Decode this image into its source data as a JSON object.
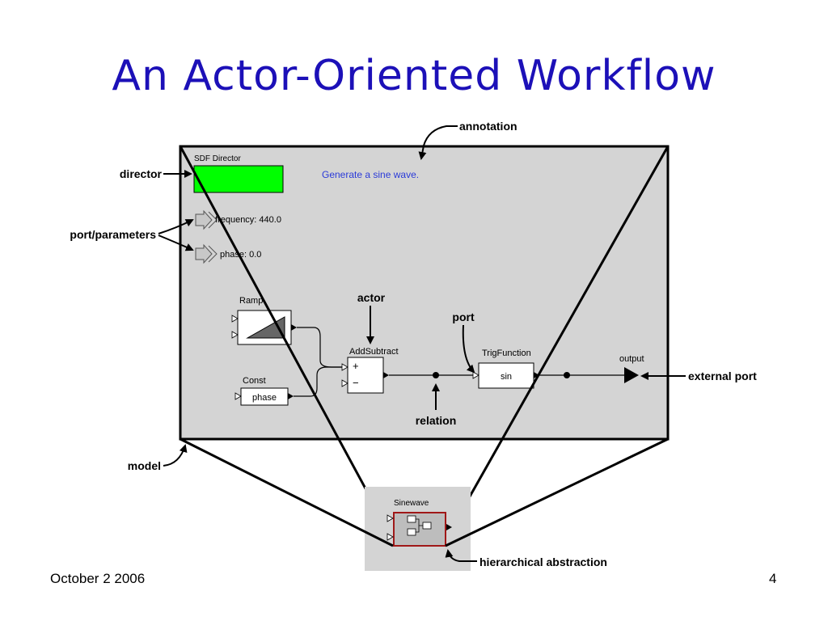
{
  "slide": {
    "title": "An Actor-Oriented Workflow",
    "footer_date": "October 2 2006",
    "page_number": "4"
  },
  "callouts": {
    "annotation": "annotation",
    "director": "director",
    "port_parameters": "port/parameters",
    "actor": "actor",
    "port": "port",
    "relation": "relation",
    "external_port": "external port",
    "model": "model",
    "hierarchical_abstraction": "hierarchical abstraction"
  },
  "model": {
    "director_label": "SDF Director",
    "annotation_text": "Generate a sine wave.",
    "parameters": [
      {
        "label": "frequency: 440.0"
      },
      {
        "label": "phase: 0.0"
      }
    ],
    "actors": {
      "ramp": "Ramp",
      "const": "Const",
      "const_value": "phase",
      "add_subtract": "AddSubtract",
      "plus": "+",
      "minus": "−",
      "trig_function": "TrigFunction",
      "trig_value": "sin",
      "output": "output"
    }
  },
  "composite": {
    "label": "Sinewave"
  },
  "colors": {
    "title": "#1c10b8",
    "annotation": "#2a3ad8",
    "director": "#00ff00",
    "canvas": "#d4d4d4",
    "composite_border": "#a01818"
  }
}
